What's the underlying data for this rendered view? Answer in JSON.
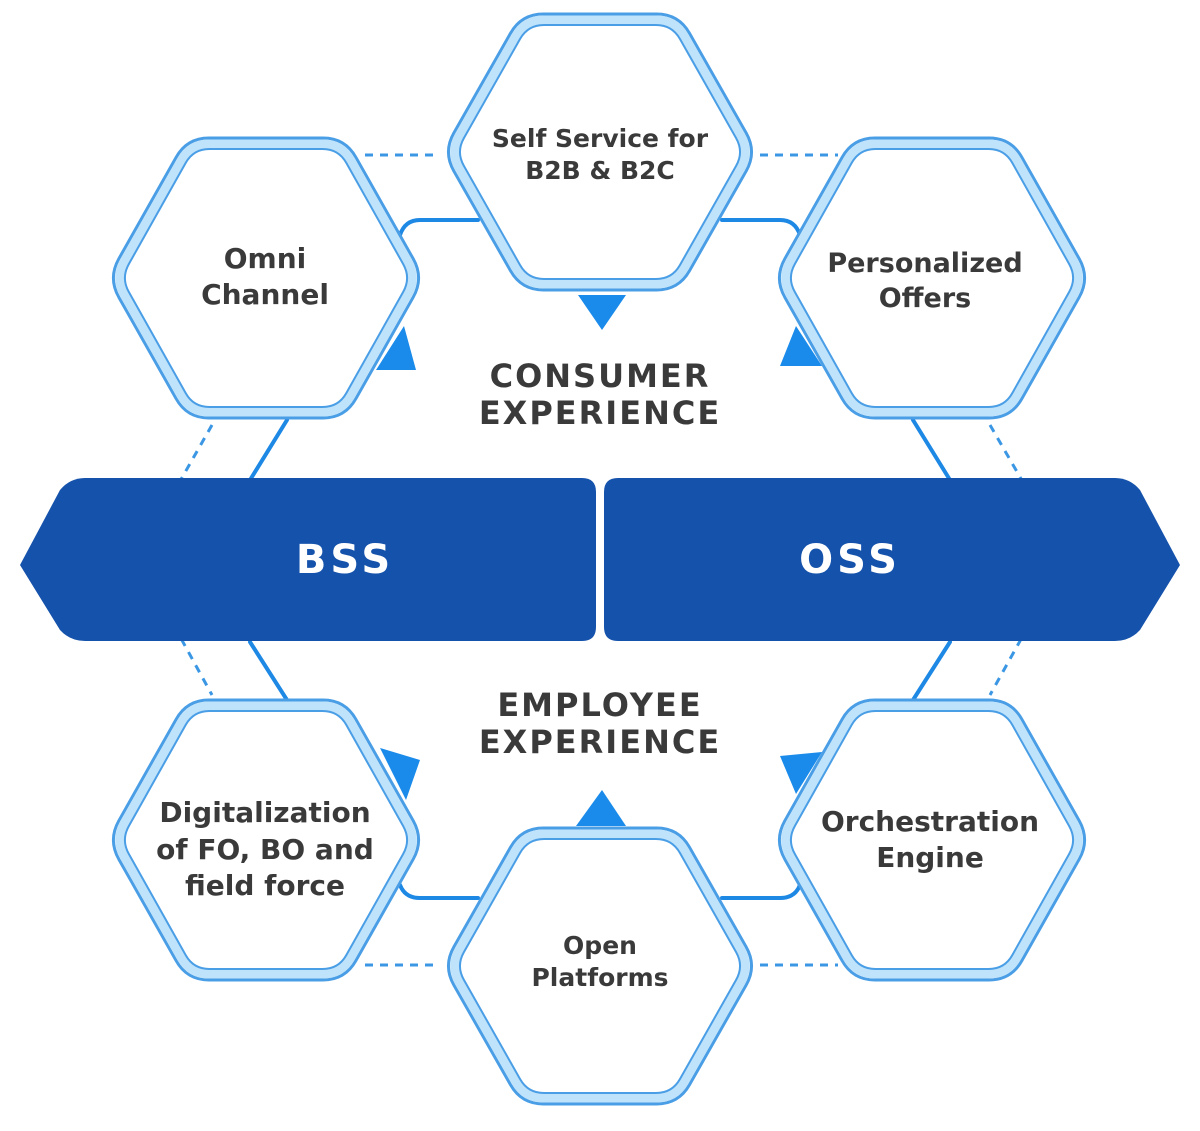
{
  "colors": {
    "banner": "#1552ab",
    "hex_border_outer": "#4a9ee6",
    "hex_border_inner": "#bfe3fb",
    "connector": "#1e88e5",
    "arrow": "#1a8bea",
    "dashed": "#3b97e3",
    "text": "#3a3a3a"
  },
  "hexagons": {
    "self_service": {
      "line1": "Self Service for",
      "line2": "B2B & B2C"
    },
    "omni_channel": {
      "line1": "Omni",
      "line2": "Channel"
    },
    "personalized_offers": {
      "line1": "Personalized",
      "line2": "Offers"
    },
    "digitalization": {
      "line1": "Digitalization",
      "line2": "of FO, BO and",
      "line3": "field force"
    },
    "open_platforms": {
      "line1": "Open",
      "line2": "Platforms"
    },
    "orchestration_engine": {
      "line1": "Orchestration",
      "line2": "Engine"
    }
  },
  "center": {
    "consumer": {
      "line1": "CONSUMER",
      "line2": "EXPERIENCE"
    },
    "employee": {
      "line1": "EMPLOYEE",
      "line2": "EXPERIENCE"
    }
  },
  "banners": {
    "bss": "BSS",
    "oss": "OSS"
  }
}
